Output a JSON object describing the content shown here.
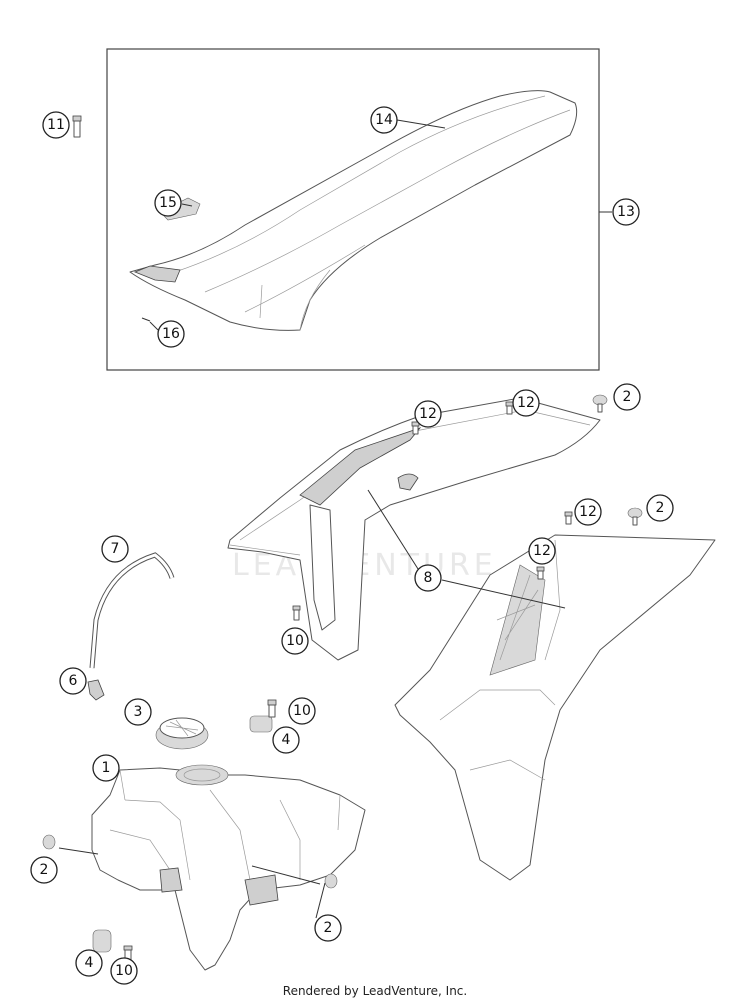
{
  "watermark": "LEADVENTURE",
  "footer": "Rendered by LeadVenture, Inc.",
  "callouts": [
    {
      "id": "c1",
      "label": "1"
    },
    {
      "id": "c2a",
      "label": "2"
    },
    {
      "id": "c2b",
      "label": "2"
    },
    {
      "id": "c2c",
      "label": "2"
    },
    {
      "id": "c2d",
      "label": "2"
    },
    {
      "id": "c3",
      "label": "3"
    },
    {
      "id": "c4a",
      "label": "4"
    },
    {
      "id": "c4b",
      "label": "4"
    },
    {
      "id": "c6",
      "label": "6"
    },
    {
      "id": "c7",
      "label": "7"
    },
    {
      "id": "c8",
      "label": "8"
    },
    {
      "id": "c10a",
      "label": "10"
    },
    {
      "id": "c10b",
      "label": "10"
    },
    {
      "id": "c10c",
      "label": "10"
    },
    {
      "id": "c11",
      "label": "11"
    },
    {
      "id": "c12a",
      "label": "12"
    },
    {
      "id": "c12b",
      "label": "12"
    },
    {
      "id": "c12c",
      "label": "12"
    },
    {
      "id": "c12d",
      "label": "12"
    },
    {
      "id": "c13",
      "label": "13"
    },
    {
      "id": "c14",
      "label": "14"
    },
    {
      "id": "c15",
      "label": "15"
    },
    {
      "id": "c16",
      "label": "16"
    }
  ]
}
